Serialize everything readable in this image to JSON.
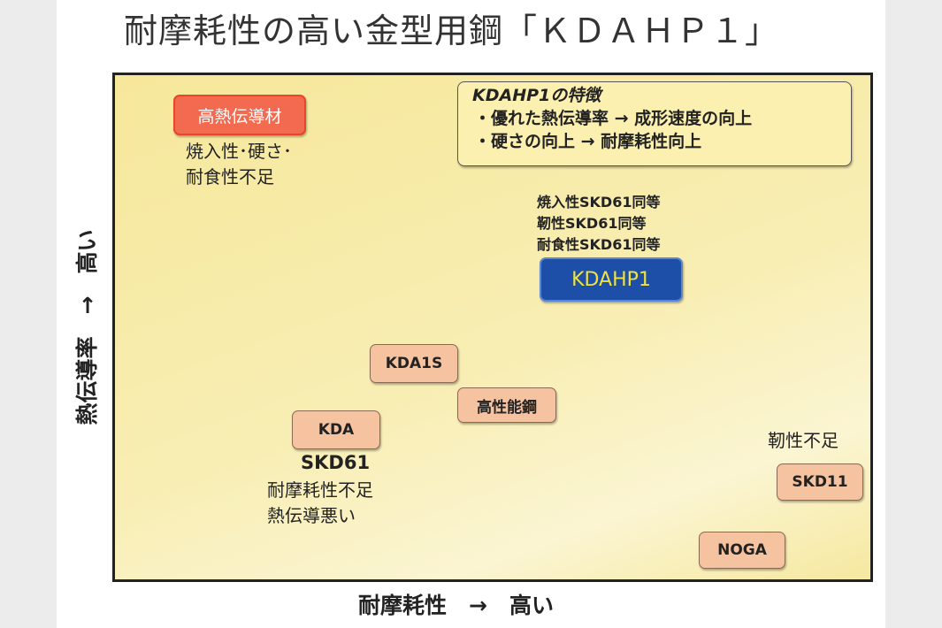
{
  "title": "耐摩耗性の高い金型用鋼「ＫＤＡＨＰ１」",
  "axes": {
    "x_label": "耐摩耗性　→　高い",
    "y_label": "熱伝導率　→　高い"
  },
  "features": {
    "heading": "KDAHP1の特徴",
    "items": [
      "・優れた熱伝導率 → 成形速度の向上",
      "・硬さの向上 → 耐摩耗性向上"
    ]
  },
  "materials": {
    "high_thermal": {
      "label": "高熱伝導材",
      "note": [
        "焼入性･硬さ･",
        "耐食性不足"
      ]
    },
    "kdahp1": {
      "label": "KDAHP1",
      "note": [
        "焼入性SKD61同等",
        "靭性SKD61同等",
        "耐食性SKD61同等"
      ]
    },
    "kda1s": {
      "label": "KDA1S"
    },
    "high_perf": {
      "label": "高性能鋼"
    },
    "kda": {
      "label": "KDA"
    },
    "skd61": {
      "label": "SKD61",
      "note": [
        "耐摩耗性不足",
        "熱伝導悪い"
      ]
    },
    "skd11": {
      "label": "SKD11",
      "note": [
        "靭性不足"
      ]
    },
    "noga": {
      "label": "NOGA"
    }
  },
  "colors": {
    "kdahp1_fill": "#1d4fa8",
    "kdahp1_text": "#f2e23a",
    "high_thermal_fill": "#f26a50",
    "box_fill": "#f6c3a1",
    "plot_bg": "#f6e79a"
  }
}
